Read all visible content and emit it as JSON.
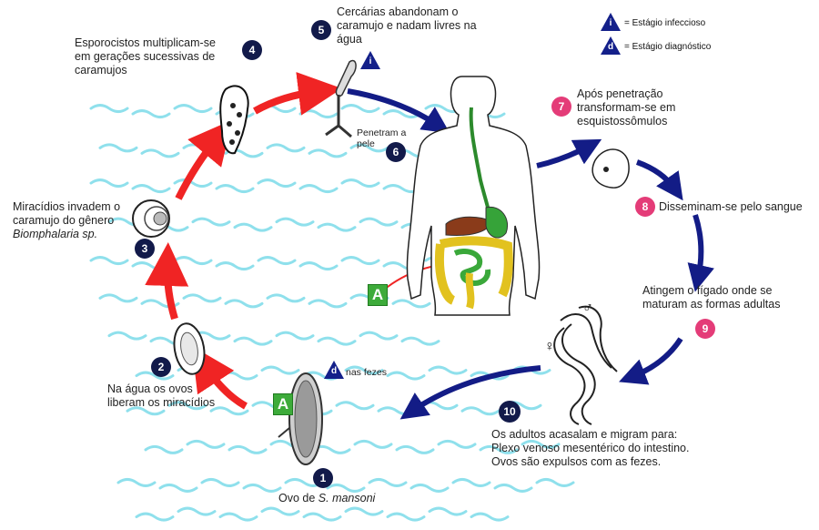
{
  "legend": {
    "i_letter": "i",
    "i_text": "= Estágio infeccioso",
    "d_letter": "d",
    "d_text": "= Estágio diagnóstico"
  },
  "stages": {
    "s1": {
      "num": "1",
      "text_pre": "Ovo de ",
      "text_it": "S. mansoni"
    },
    "s2": {
      "num": "2",
      "line1": "Na água os ovos",
      "line2": "liberam os miracídios"
    },
    "s3": {
      "num": "3",
      "line1": "Miracídios invadem o",
      "line2": "caramujo do gênero",
      "line3": "Biomphalaria sp."
    },
    "s4": {
      "num": "4",
      "line1": "Esporocistos multiplicam-se",
      "line2": "em gerações sucessivas de",
      "line3": "caramujos"
    },
    "s5": {
      "num": "5",
      "line1": "Cercárias abandonam o",
      "line2": "caramujo e nadam livres na",
      "line3": "água"
    },
    "s6": {
      "num": "6",
      "line1": "Penetram a",
      "line2": "pele"
    },
    "s7": {
      "num": "7",
      "line1": "Após penetração",
      "line2": "transformam-se em",
      "line3": "esquistossômulos"
    },
    "s8": {
      "num": "8",
      "text": "Disseminam-se pelo sangue"
    },
    "s9": {
      "num": "9",
      "line1": "Atingem o fígado onde se",
      "line2": "maturam as formas adultas"
    },
    "s10": {
      "num": "10",
      "line1": "Os adultos acasalam e migram para:",
      "line2": "Plexo venoso mesentérico do intestino.",
      "line3": "Ovos são expulsos com as fezes."
    }
  },
  "markers": {
    "A1": "A",
    "A2": "A",
    "i_marker": "i",
    "d_marker": "d",
    "feces": "nas fezes",
    "female": "♀",
    "male": "♂"
  },
  "colors": {
    "red_arrow": "#f02424",
    "blue_arrow": "#131c86",
    "water": "#8fe0ec",
    "pink_badge": "#e43c78",
    "dark_badge": "#121a4a",
    "green_box": "#3dab3a"
  }
}
